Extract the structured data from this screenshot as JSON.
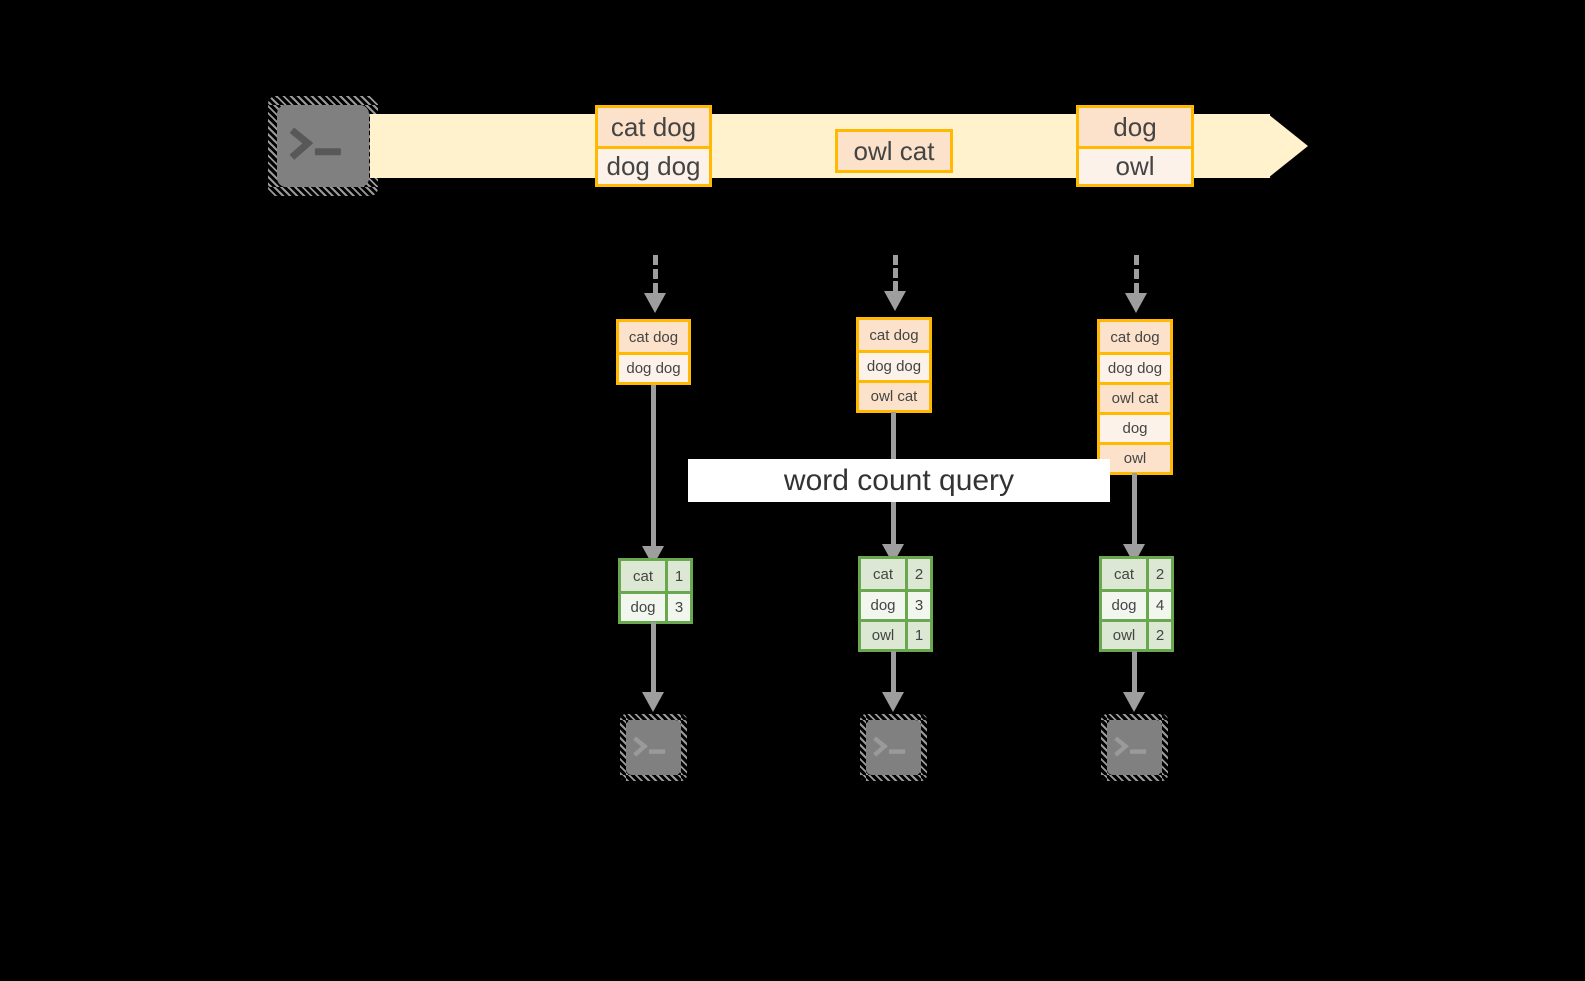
{
  "colors": {
    "background": "#000000",
    "stream_fill": "#FFF2CC",
    "record_border": "#FFB900",
    "record_fill_dark": "#FCE2CA",
    "record_fill_light": "#FDF2E9",
    "result_border": "#6AA84F",
    "result_fill_dark": "#DCE8D3",
    "result_fill_light": "#F1F6EE",
    "connector": "#9E9E9E",
    "terminal_fill": "#808080",
    "label_band": "#FFFFFF",
    "text": "#444444"
  },
  "source": {
    "icon": "terminal-icon",
    "glyph": ">_"
  },
  "stream": {
    "icon": "stream-arrow-icon",
    "records": [
      {
        "name": "stream-record-1",
        "lines": [
          {
            "text": "cat dog",
            "shade": "dark"
          },
          {
            "text": "dog dog",
            "shade": "light"
          }
        ]
      },
      {
        "name": "stream-record-2",
        "lines": [
          {
            "text": "owl cat",
            "shade": "dark"
          }
        ]
      },
      {
        "name": "stream-record-3",
        "lines": [
          {
            "text": "dog",
            "shade": "dark"
          },
          {
            "text": "owl",
            "shade": "light"
          }
        ]
      }
    ]
  },
  "query": {
    "label": "word count query"
  },
  "snapshots": [
    {
      "name": "table-snapshot-1",
      "lines": [
        {
          "text": "cat dog",
          "shade": "dark"
        },
        {
          "text": "dog dog",
          "shade": "light"
        }
      ]
    },
    {
      "name": "table-snapshot-2",
      "lines": [
        {
          "text": "cat dog",
          "shade": "dark"
        },
        {
          "text": "dog dog",
          "shade": "light"
        },
        {
          "text": "owl cat",
          "shade": "dark"
        }
      ]
    },
    {
      "name": "table-snapshot-3",
      "lines": [
        {
          "text": "cat dog",
          "shade": "dark"
        },
        {
          "text": "dog dog",
          "shade": "light"
        },
        {
          "text": "owl cat",
          "shade": "dark"
        },
        {
          "text": "dog",
          "shade": "light"
        },
        {
          "text": "owl",
          "shade": "dark"
        }
      ]
    }
  ],
  "results": [
    {
      "name": "result-table-1",
      "rows": [
        {
          "word": "cat",
          "count": "1",
          "shade": "dark"
        },
        {
          "word": "dog",
          "count": "3",
          "shade": "light"
        }
      ]
    },
    {
      "name": "result-table-2",
      "rows": [
        {
          "word": "cat",
          "count": "2",
          "shade": "dark"
        },
        {
          "word": "dog",
          "count": "3",
          "shade": "light"
        },
        {
          "word": "owl",
          "count": "1",
          "shade": "dark"
        }
      ]
    },
    {
      "name": "result-table-3",
      "rows": [
        {
          "word": "cat",
          "count": "2",
          "shade": "dark"
        },
        {
          "word": "dog",
          "count": "4",
          "shade": "light"
        },
        {
          "word": "owl",
          "count": "2",
          "shade": "dark"
        }
      ]
    }
  ],
  "sinks": [
    {
      "name": "sink-terminal-1",
      "glyph": ">_"
    },
    {
      "name": "sink-terminal-2",
      "glyph": ">_"
    },
    {
      "name": "sink-terminal-3",
      "glyph": ">_"
    }
  ]
}
